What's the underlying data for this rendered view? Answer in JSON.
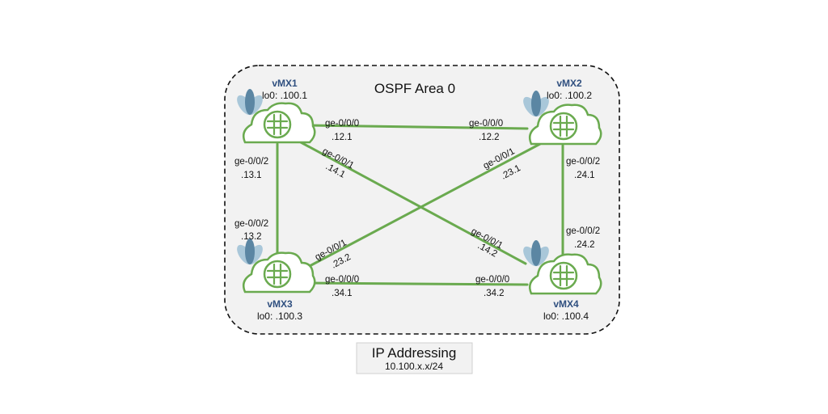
{
  "area": {
    "title": "OSPF Area 0"
  },
  "colors": {
    "link": "#6aaa4f",
    "cloud_stroke": "#6aaa4f",
    "cloud_fill": "#ffffff",
    "area_fill": "#f2f2f2",
    "area_border": "#111111",
    "node_name": "#2f4f7f",
    "fan_dark": "#5b86a3",
    "fan_light": "#a9c7d9"
  },
  "nodes": {
    "vmx1": {
      "name": "vMX1",
      "loopback": "lo0: .100.1",
      "icon": "router-cloud-icon"
    },
    "vmx2": {
      "name": "vMX2",
      "loopback": "lo0: .100.2",
      "icon": "router-cloud-icon"
    },
    "vmx3": {
      "name": "vMX3",
      "loopback": "lo0: .100.3",
      "icon": "router-cloud-icon"
    },
    "vmx4": {
      "name": "vMX4",
      "loopback": "lo0: .100.4",
      "icon": "router-cloud-icon"
    }
  },
  "links": {
    "l12": {
      "a_if": "ge-0/0/0",
      "a_ip": ".12.1",
      "b_if": "ge-0/0/0",
      "b_ip": ".12.2"
    },
    "l13": {
      "a_if": "ge-0/0/2",
      "a_ip": ".13.1",
      "b_if": "ge-0/0/2",
      "b_ip": ".13.2"
    },
    "l14": {
      "a_if": "ge-0/0/1",
      "a_ip": ".14.1",
      "b_if": "ge-0/0/1",
      "b_ip": ".14.2"
    },
    "l23": {
      "a_if": "ge-0/0/1",
      "a_ip": ".23.1",
      "b_if": "ge-0/0/1",
      "b_ip": ".23.2"
    },
    "l24": {
      "a_if": "ge-0/0/2",
      "a_ip": ".24.1",
      "b_if": "ge-0/0/2",
      "b_ip": ".24.2"
    },
    "l34": {
      "a_if": "ge-0/0/0",
      "a_ip": ".34.1",
      "b_if": "ge-0/0/0",
      "b_ip": ".34.2"
    }
  },
  "addressing": {
    "title": "IP Addressing",
    "subnet": "10.100.x.x/24"
  }
}
